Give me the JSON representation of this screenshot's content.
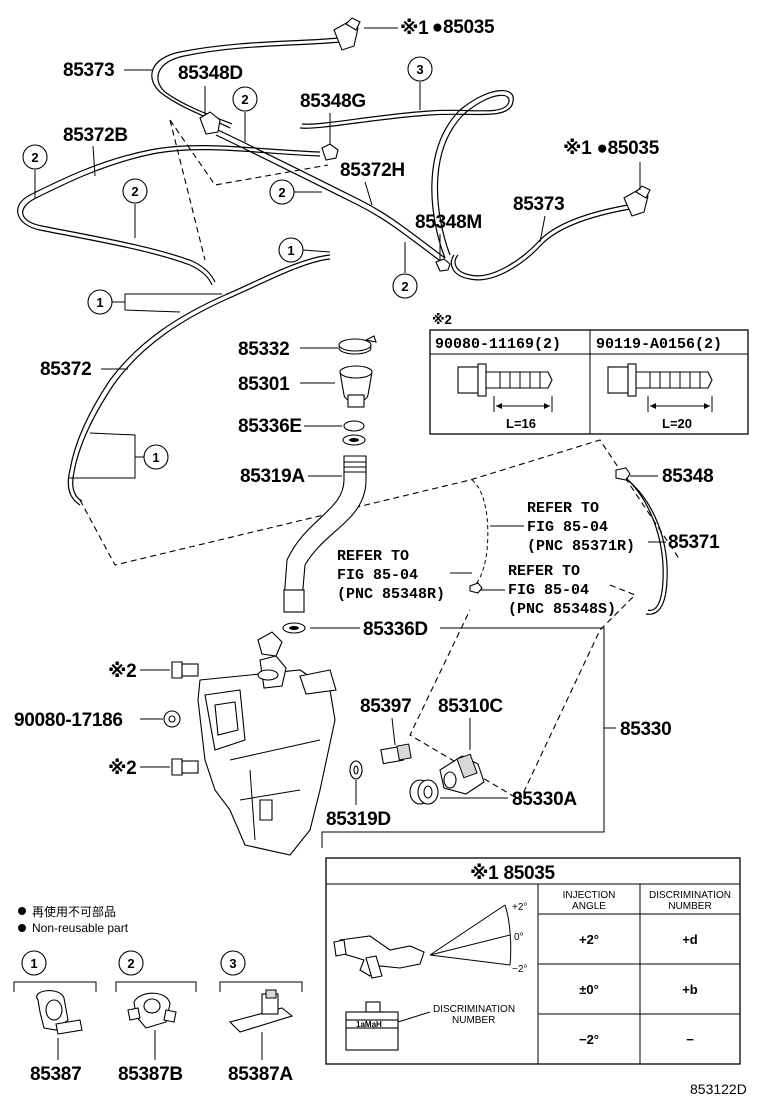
{
  "drawing_id": "853122D",
  "markers": {
    "x1": "※1",
    "x2": "※2",
    "dot": "●",
    "clip1": "1",
    "clip2": "2",
    "clip3": "3"
  },
  "parts": {
    "p85035_top": "85035",
    "p85373_left": "85373",
    "p85348D": "85348D",
    "p85348G": "85348G",
    "p85372B": "85372B",
    "p85372H": "85372H",
    "p85035_right": "85035",
    "p85373_right": "85373",
    "p85348M": "85348M",
    "p85372": "85372",
    "p85332": "85332",
    "p85301": "85301",
    "p85336E": "85336E",
    "p85319A": "85319A",
    "p85348": "85348",
    "p85371": "85371",
    "p85336D": "85336D",
    "p90080_17186": "90080-17186",
    "p85397": "85397",
    "p85310C": "85310C",
    "p85330": "85330",
    "p85319D": "85319D",
    "p85330A": "85330A",
    "p85387": "85387",
    "p85387B": "85387B",
    "p85387A": "85387A"
  },
  "refs": {
    "ref1_line1": "REFER TO",
    "ref1_line2": "FIG 85-04",
    "ref1_line3": "(PNC 85371R)",
    "ref2_line1": "REFER TO",
    "ref2_line2": "FIG 85-04",
    "ref2_line3": "(PNC 85348R)",
    "ref3_line1": "REFER TO",
    "ref3_line2": "FIG 85-04",
    "ref3_line3": "(PNC 85348S)"
  },
  "bolt_table": {
    "mark": "※2",
    "col1_header": "90080-11169(2)",
    "col2_header": "90119-A0156(2)",
    "col1_length": "L=16",
    "col2_length": "L=20"
  },
  "nozzle_table": {
    "title_mark": "※1",
    "title_part": "85035",
    "col_angle_header_1": "INJECTION",
    "col_angle_header_2": "ANGLE",
    "col_disc_header_1": "DISCRIMINATION",
    "col_disc_header_2": "NUMBER",
    "rows": [
      {
        "angle": "+2°",
        "number": "+d"
      },
      {
        "angle": "±0°",
        "number": "+b"
      },
      {
        "angle": "−2°",
        "number": "−"
      }
    ],
    "angle_up": "+2°",
    "angle_zero": "0°",
    "angle_down": "−2°",
    "disc_label_1": "DISCRIMINATION",
    "disc_label_2": "NUMBER",
    "stamp_text": "1aMaH"
  },
  "legend": {
    "jp": "再使用不可部品",
    "en": "Non-reusable part"
  }
}
